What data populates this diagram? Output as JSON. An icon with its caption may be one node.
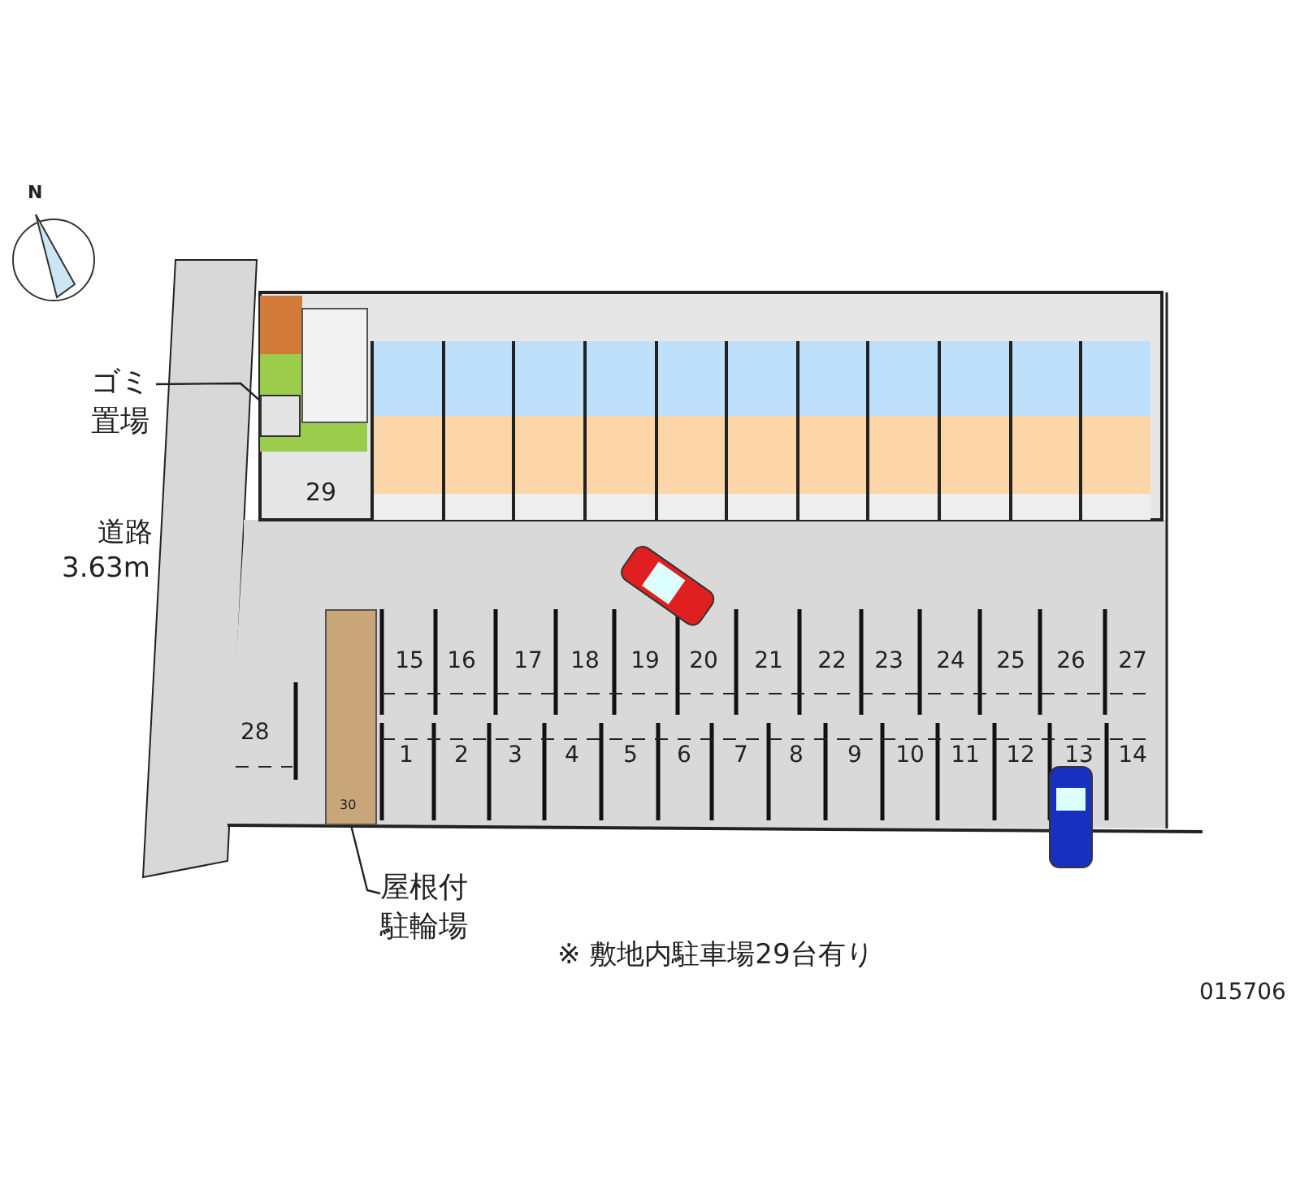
{
  "diagram": {
    "nodes": [
      {
        "text": [
          "ゴミ置場"
        ]
      },
      {
        "text": [],
        "shape": "box"
      },
      {
        "text": [
          "屋根付駐輪場"
        ]
      },
      {
        "text": [],
        "shape": "box"
      }
    ],
    "edges": [
      {
        "from": 0,
        "to": 1,
        "arrow": "none"
      },
      {
        "from": 2,
        "to": 3,
        "arrow": "none"
      }
    ],
    "labels": [
      "N",
      "道路",
      "3.63m",
      "29",
      "15",
      "16",
      "17",
      "18",
      "19",
      "20",
      "21",
      "22",
      "23",
      "24",
      "25",
      "26",
      "27",
      "28",
      "1",
      "2",
      "3",
      "4",
      "5",
      "6",
      "7",
      "8",
      "9",
      "10",
      "11",
      "12",
      "13",
      "14",
      "30",
      "※ 敷地内駐車場29台有り",
      "015706"
    ]
  }
}
